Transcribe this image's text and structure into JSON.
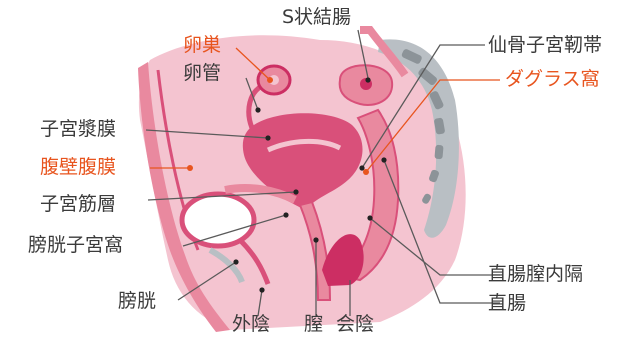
{
  "labels": {
    "ovary": "卵巣",
    "fallopian_tube": "卵管",
    "sigmoid_colon": "S状結腸",
    "sacrouterine_ligament": "仙骨子宮靭帯",
    "douglas_pouch": "ダグラス窩",
    "uterine_serosa": "子宮漿膜",
    "parietal_peritoneum": "腹壁腹膜",
    "myometrium": "子宮筋層",
    "vesicouterine_pouch": "膀胱子宮窩",
    "bladder": "膀胱",
    "external_genitalia": "外陰",
    "vagina": "膣",
    "perineum": "会陰",
    "rectovaginal_septum": "直腸膣内隔",
    "rectum": "直腸"
  },
  "colors": {
    "label_text": "#3b3b3b",
    "highlight_text": "#e8551f",
    "tissue_light": "#f4c4d0",
    "tissue_mid": "#e9899f",
    "tissue_dark": "#d9507a",
    "organ_core": "#cc2e63",
    "bone": "#b9bfc4",
    "bone_dark": "#8c9398",
    "leader_line": "#5a5a5a",
    "leader_line_highlight": "#e8551f"
  }
}
